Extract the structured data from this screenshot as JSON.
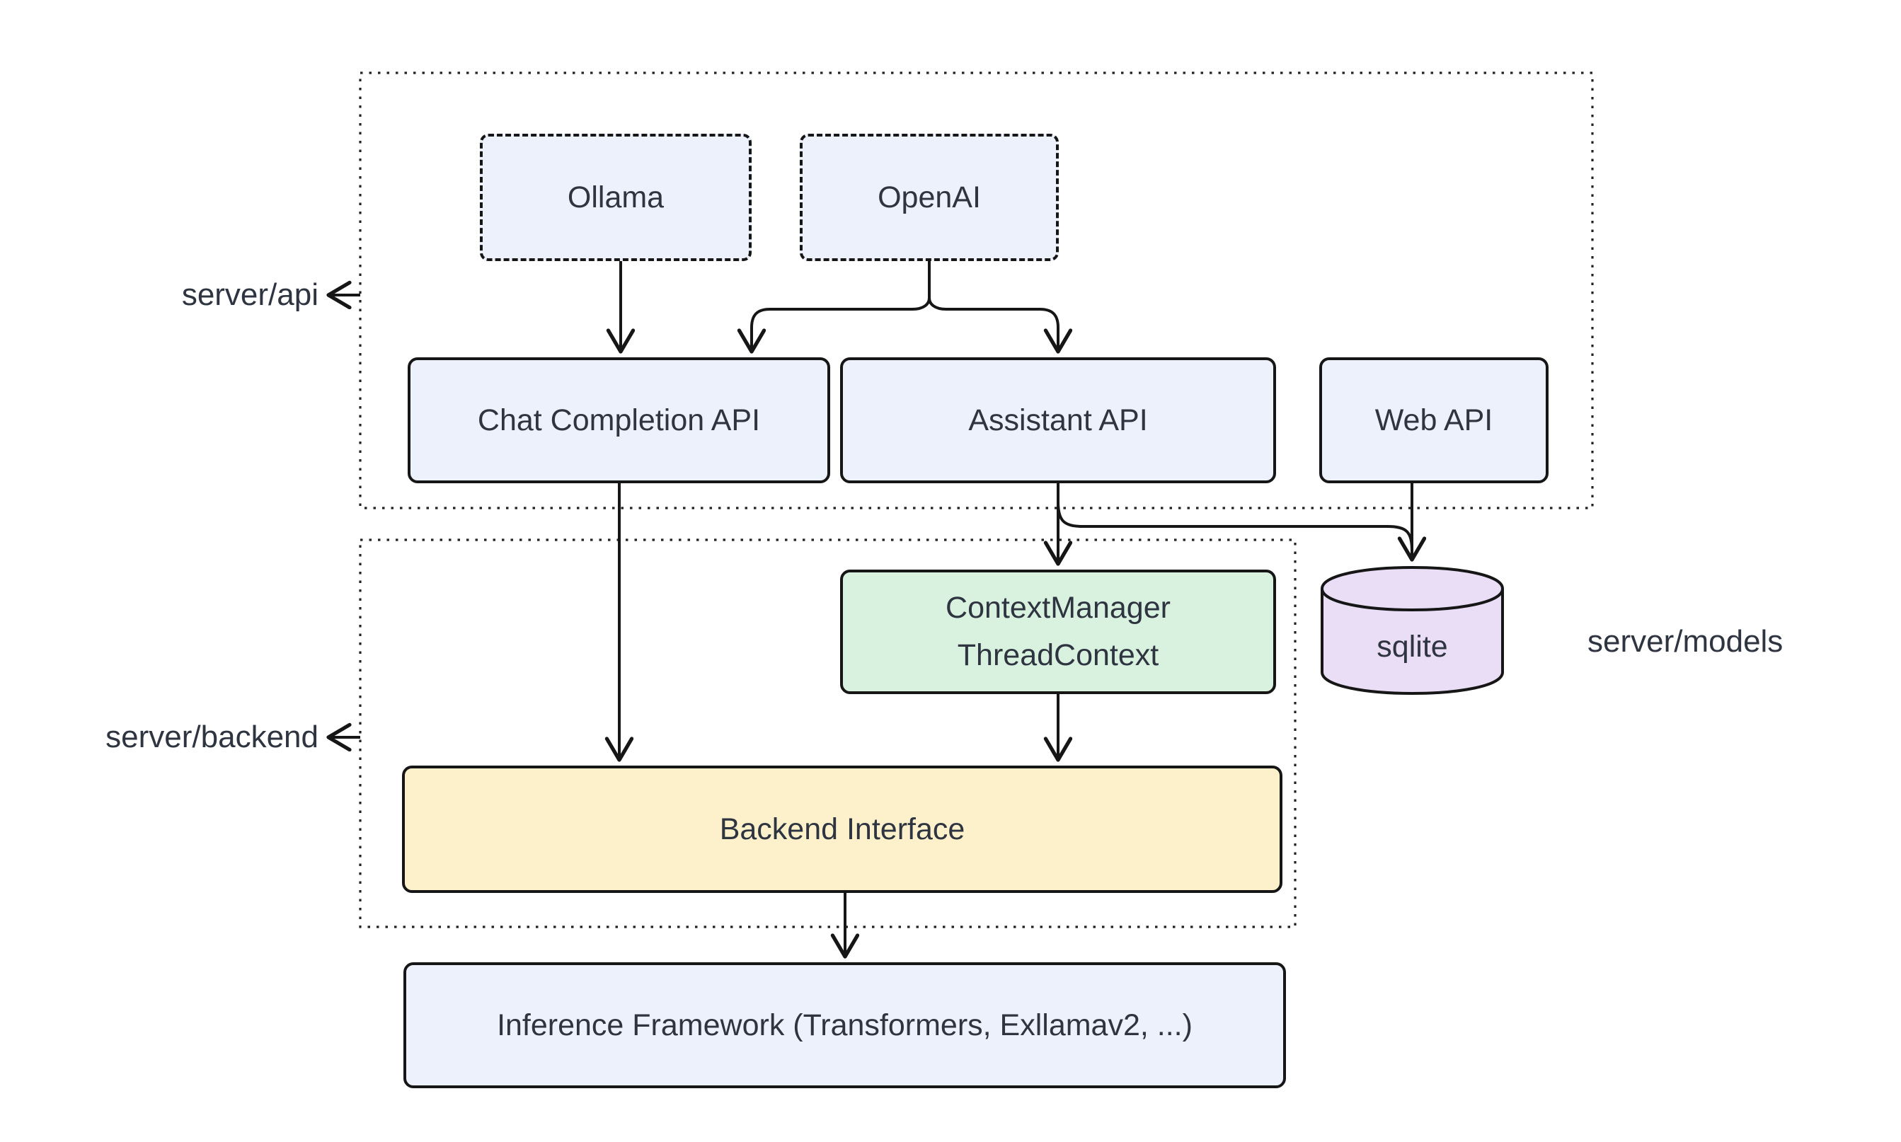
{
  "colors": {
    "background": "#ffffff",
    "edge_stroke": "#161616",
    "text": "#2e3440",
    "node_blue": "#edf1fb",
    "node_green": "#d9f2df",
    "node_yellow": "#fcf1cb",
    "node_purple": "#e9def6"
  },
  "groups": {
    "api": {
      "label": "server/api"
    },
    "backend": {
      "label": "server/backend"
    },
    "models": {
      "label": "server/models"
    }
  },
  "nodes": {
    "ollama": {
      "label": "Ollama"
    },
    "openai": {
      "label": "OpenAI"
    },
    "chat": {
      "label": "Chat Completion API"
    },
    "assistant": {
      "label": "Assistant API"
    },
    "web": {
      "label": "Web API"
    },
    "context": {
      "line1": "ContextManager",
      "line2": "ThreadContext"
    },
    "sqlite": {
      "label": "sqlite"
    },
    "backend_interface": {
      "label": "Backend Interface"
    },
    "inference": {
      "label": "Inference Framework (Transformers, Exllamav2, ...)"
    }
  },
  "edges": [
    {
      "from": "Ollama",
      "to": "Chat Completion API"
    },
    {
      "from": "OpenAI",
      "to": "Chat Completion API"
    },
    {
      "from": "OpenAI",
      "to": "Assistant API"
    },
    {
      "from": "Chat Completion API",
      "to": "Backend Interface"
    },
    {
      "from": "Assistant API",
      "to": "ContextManager ThreadContext"
    },
    {
      "from": "Assistant API",
      "to": "sqlite"
    },
    {
      "from": "Web API",
      "to": "sqlite"
    },
    {
      "from": "ContextManager ThreadContext",
      "to": "Backend Interface"
    },
    {
      "from": "Backend Interface",
      "to": "Inference Framework (Transformers, Exllamav2, ...)"
    }
  ]
}
